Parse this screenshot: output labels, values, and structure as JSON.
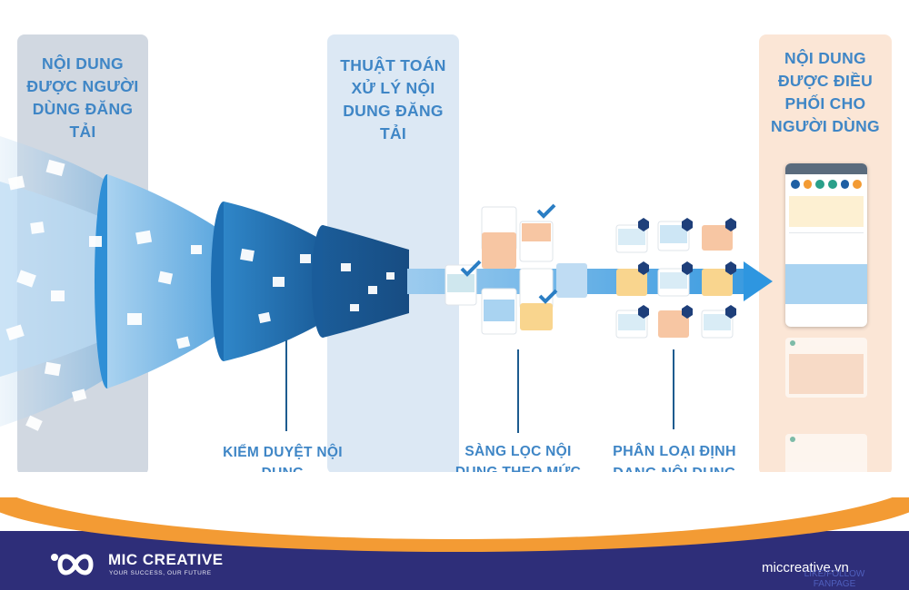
{
  "stages": {
    "uploaded": "NỘI DUNG ĐƯỢC NGƯỜI DÙNG ĐĂNG TẢI",
    "algorithm": "THUẬT TOÁN XỬ LÝ NỘI DUNG ĐĂNG TẢI",
    "distributed": "NỘI DUNG ĐƯỢC ĐIỀU PHỐI CHO NGƯỜI DÙNG"
  },
  "steps": {
    "moderation": "KIỂM DUYỆT NỘI DUNG",
    "filtering": "SÀNG LỌC NỘI DUNG THEO MỨC ĐỘ LIÊN QUAN",
    "classification": "PHÂN LOẠI ĐỊNH DẠNG NỘI DUNG"
  },
  "footer": {
    "brand": "MIC CREATIVE",
    "slogan": "YOUR SUCCESS, OUR FUTURE",
    "website": "miccreative.vn",
    "follow": "LIKE/FOLLOW FANPAGE"
  },
  "colors": {
    "label_blue": "#3f86c6",
    "funnel_dark": "#1d6aa8",
    "footer_navy": "#2e2e79",
    "footer_orange": "#f39b34"
  }
}
